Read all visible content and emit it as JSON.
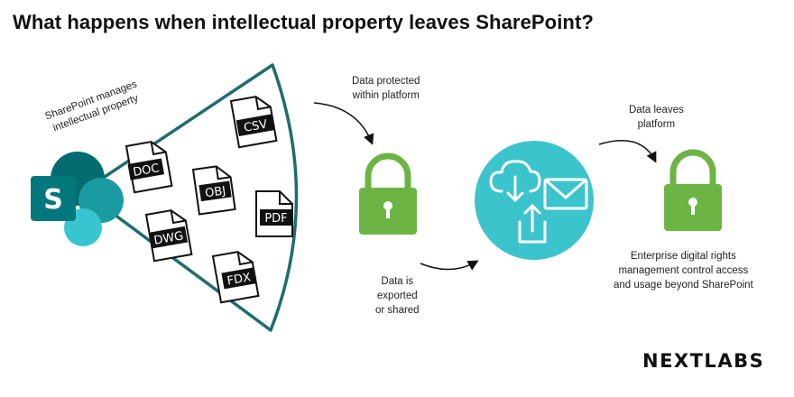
{
  "title": "What happens when intellectual property leaves SharePoint?",
  "sharepoint": {
    "caption_line1": "SharePoint manages",
    "caption_line2": "intellectual property",
    "logo_letter": "S"
  },
  "files": [
    {
      "label": "DOC",
      "icon": "doc-file-icon"
    },
    {
      "label": "CSV",
      "icon": "csv-file-icon"
    },
    {
      "label": "OBJ",
      "icon": "obj-file-icon"
    },
    {
      "label": "PDF",
      "icon": "pdf-file-icon"
    },
    {
      "label": "DWG",
      "icon": "dwg-file-icon"
    },
    {
      "label": "FDX",
      "icon": "fdx-file-icon"
    }
  ],
  "steps": {
    "protected": {
      "line1": "Data protected",
      "line2": "within platform"
    },
    "exported": {
      "line1": "Data is",
      "line2": "exported",
      "line3": "or shared"
    },
    "leaves": {
      "line1": "Data leaves",
      "line2": "platform"
    },
    "drm": {
      "line1": "Enterprise digital rights",
      "line2": "management control access",
      "line3": "and usage beyond SharePoint"
    }
  },
  "brand": {
    "name": "NEXTLABS"
  },
  "colors": {
    "lock_green": "#6cb545",
    "teal": "#3cc4cc",
    "fan_border": "#1e6d6d",
    "sharepoint_dark": "#036c70",
    "sharepoint_mid": "#1a9ba1",
    "sharepoint_light": "#37c6d0"
  },
  "icons": [
    "lock-icon",
    "cloud-download-icon",
    "mail-icon",
    "share-upload-icon",
    "curved-arrow-icon"
  ]
}
